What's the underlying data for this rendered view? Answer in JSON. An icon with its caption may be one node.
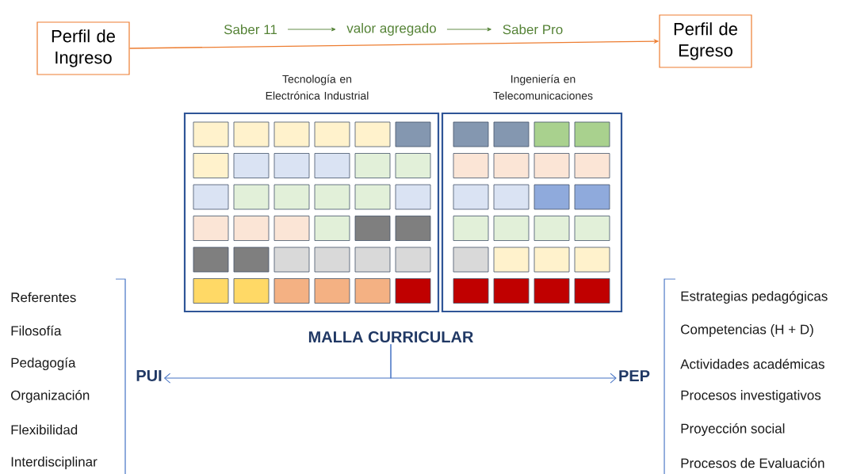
{
  "diagram": {
    "nodes": [
      {
        "text": [
          "Perfil de Ingreso"
        ]
      },
      {
        "text": [
          "Perfil de Egreso"
        ]
      },
      {
        "text": [
          "Saber 11"
        ]
      },
      {
        "text": [
          "valor agregado"
        ]
      },
      {
        "text": [
          "Saber Pro"
        ]
      },
      {
        "text": [
          "Tecnología en Electrónica Industrial"
        ]
      },
      {
        "text": [
          "Ingeniería en Telecomunicaciones"
        ]
      },
      {
        "text": [
          "PUI"
        ]
      },
      {
        "text": [
          "PEP"
        ]
      },
      {
        "text": [
          "MALLA CURRICULAR"
        ]
      }
    ],
    "edges": [
      {
        "from": 0,
        "to": 1,
        "arrow": "to",
        "color": "#ed7d31"
      },
      {
        "from": 2,
        "to": 3,
        "arrow": "to",
        "color": "#548235"
      },
      {
        "from": 3,
        "to": 4,
        "arrow": "to",
        "color": "#548235"
      },
      {
        "from": 9,
        "to": 7,
        "arrow": "to",
        "color": "#4472c4"
      },
      {
        "from": 9,
        "to": 8,
        "arrow": "to",
        "color": "#4472c4"
      }
    ],
    "labels": [
      "Referentes",
      "Filosofía",
      "Pedagogía",
      "Organización",
      "Flexibilidad",
      "Interdisciplinar",
      "Estrategias pedagógicas",
      "Competencias (H + D)",
      "Actividades académicas",
      "Procesos investigativos",
      "Proyección social",
      "Procesos de Evaluación"
    ]
  }
}
